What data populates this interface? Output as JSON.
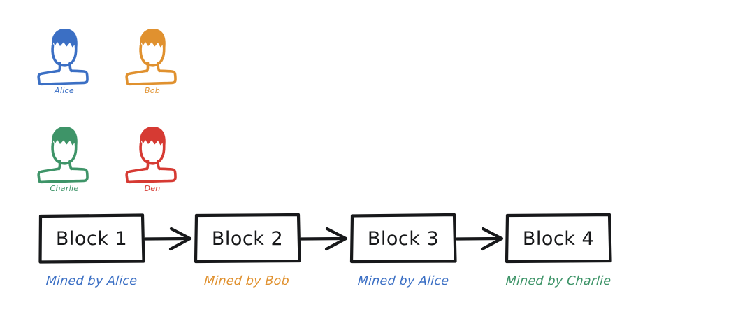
{
  "background": "#ffffff",
  "palette": {
    "alice": "#3b6fc4",
    "bob": "#e0912f",
    "charlie": "#3e9468",
    "den": "#d63a33",
    "ink": "#17181a"
  },
  "participants": [
    {
      "id": "alice",
      "name": "Alice",
      "color": "#3b6fc4",
      "icon": "person-avatar-icon"
    },
    {
      "id": "bob",
      "name": "Bob",
      "color": "#e0912f",
      "icon": "person-avatar-icon"
    },
    {
      "id": "charlie",
      "name": "Charlie",
      "color": "#3e9468",
      "icon": "person-avatar-icon"
    },
    {
      "id": "den",
      "name": "Den",
      "color": "#d63a33",
      "icon": "person-avatar-icon"
    }
  ],
  "chain": {
    "connector_icon": "arrow-right-icon",
    "blocks": [
      {
        "label": "Block 1",
        "caption": "Mined by Alice",
        "miner": "Alice",
        "color": "#3b6fc4"
      },
      {
        "label": "Block 2",
        "caption": "Mined by Bob",
        "miner": "Bob",
        "color": "#e0912f"
      },
      {
        "label": "Block 3",
        "caption": "Mined by Alice",
        "miner": "Alice",
        "color": "#3b6fc4"
      },
      {
        "label": "Block 4",
        "caption": "Mined by Charlie",
        "miner": "Charlie",
        "color": "#3e9468"
      }
    ]
  }
}
